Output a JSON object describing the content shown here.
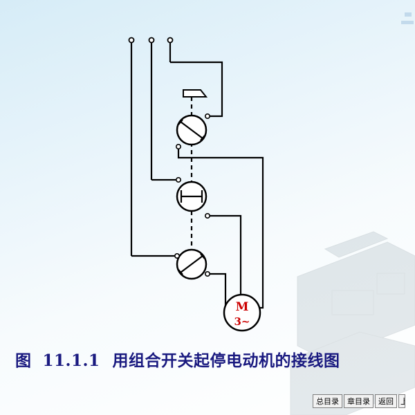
{
  "figure": {
    "label": "图",
    "number": "11.1.1",
    "title": "用组合开关起停电动机的接线图"
  },
  "motor": {
    "line1": "M",
    "line2": "3~"
  },
  "navigation": {
    "buttons": [
      {
        "label": "总目录"
      },
      {
        "label": "章目录"
      },
      {
        "label": "返回"
      },
      {
        "label": "上"
      }
    ]
  },
  "colors": {
    "caption": "#1a1a80",
    "motor_text": "#cc0000",
    "wire": "#000000"
  }
}
